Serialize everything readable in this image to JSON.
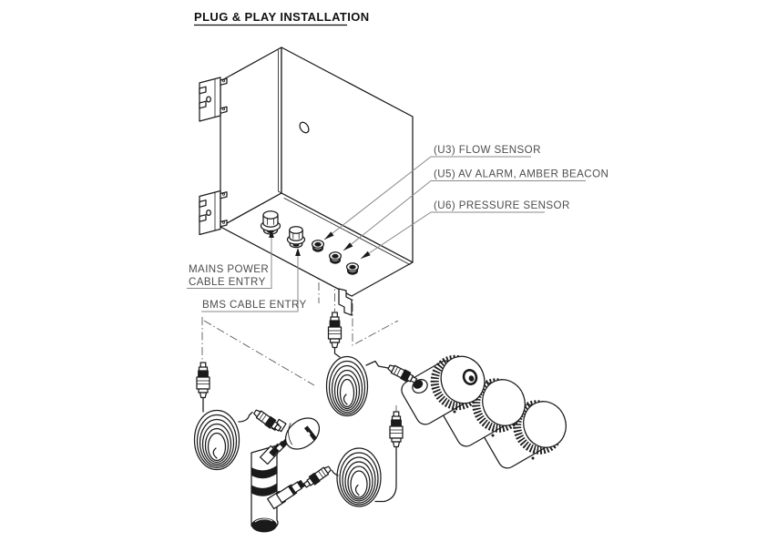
{
  "title": {
    "text": "PLUG & PLAY INSTALLATION"
  },
  "callouts": {
    "flow_sensor": "(U3) FLOW SENSOR",
    "av_alarm": "(U5) AV ALARM, AMBER BEACON",
    "pressure_sensor": "(U6) PRESSURE SENSOR",
    "mains_power_line1": "MAINS POWER",
    "mains_power_line2": "CABLE ENTRY",
    "bms": "BMS CABLE ENTRY"
  },
  "colors": {
    "background": "#ffffff",
    "line": "#1a1a1a",
    "label_text": "#4d4d4d",
    "leader_line": "#8a8a8a",
    "centerline": "#5a5a5a"
  }
}
